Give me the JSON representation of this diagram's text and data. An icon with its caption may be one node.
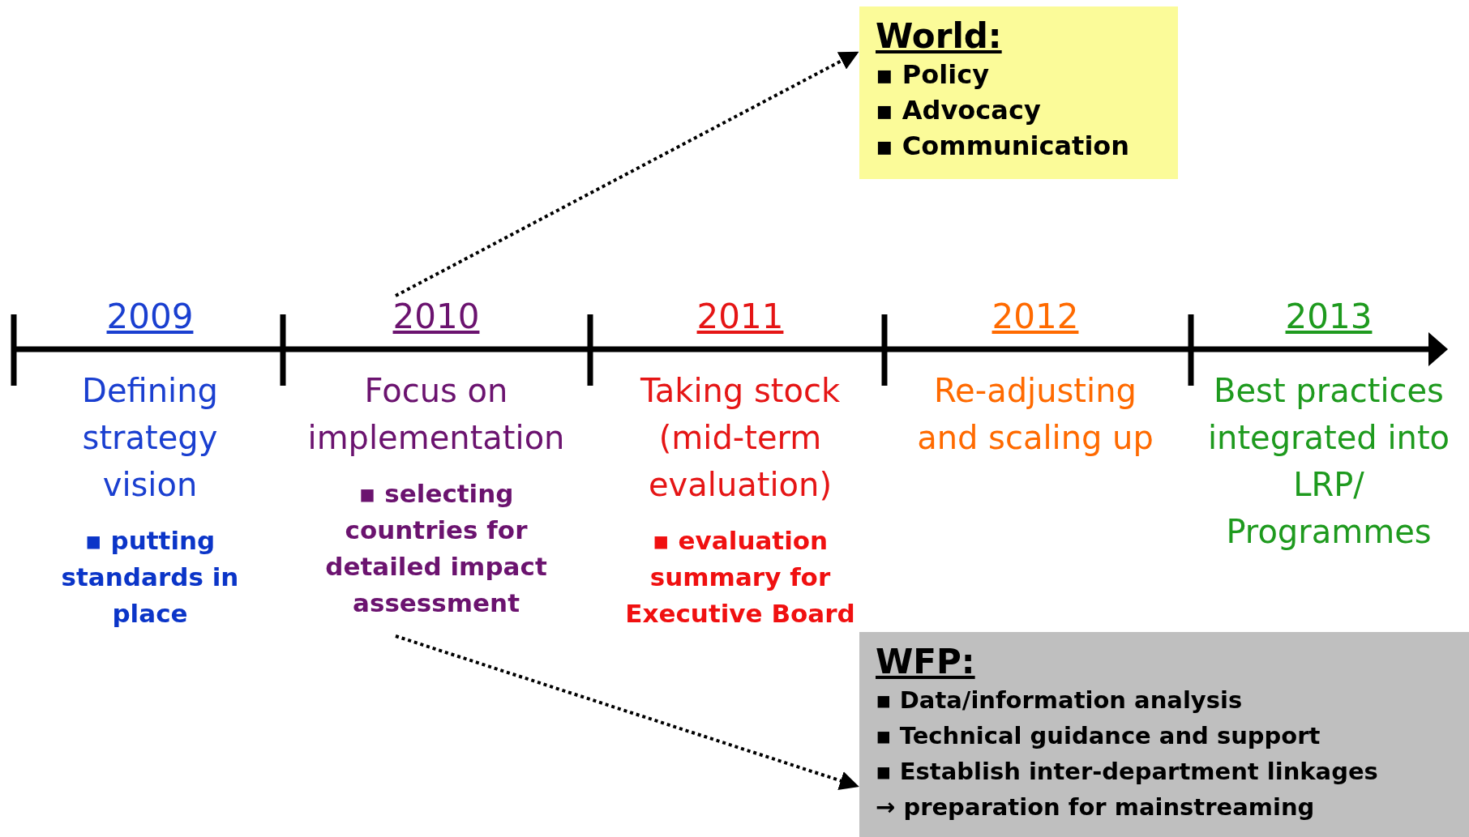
{
  "diagram": {
    "nodes": [
      {
        "text": [
          "2009",
          "Defining strategy vision",
          "▪ putting standards in place"
        ]
      },
      {
        "text": [
          "2010",
          "Focus on implementation",
          "▪ selecting countries for detailed impact assessment"
        ]
      },
      {
        "text": [
          "2011",
          "Taking stock (mid-term evaluation)",
          "▪  evaluation summary for Executive Board"
        ]
      },
      {
        "text": [
          "2012",
          "Re-adjusting and scaling up"
        ]
      },
      {
        "text": [
          "2013",
          "Best practices integrated into LRP/ Programmes"
        ]
      },
      {
        "text": [
          "World:",
          "▪ Policy",
          "▪ Advocacy",
          "▪ Communication"
        ]
      },
      {
        "text": [
          "WFP:",
          "▪ Data/information analysis",
          "▪ Technical guidance and support",
          "▪ Establish inter-department linkages",
          "→ preparation for mainstreaming"
        ]
      }
    ],
    "edges": [
      {
        "from": 1,
        "to": 5,
        "arrow": "to",
        "style": "dashed"
      },
      {
        "from": 1,
        "to": 6,
        "arrow": "to",
        "style": "dashed"
      }
    ]
  }
}
